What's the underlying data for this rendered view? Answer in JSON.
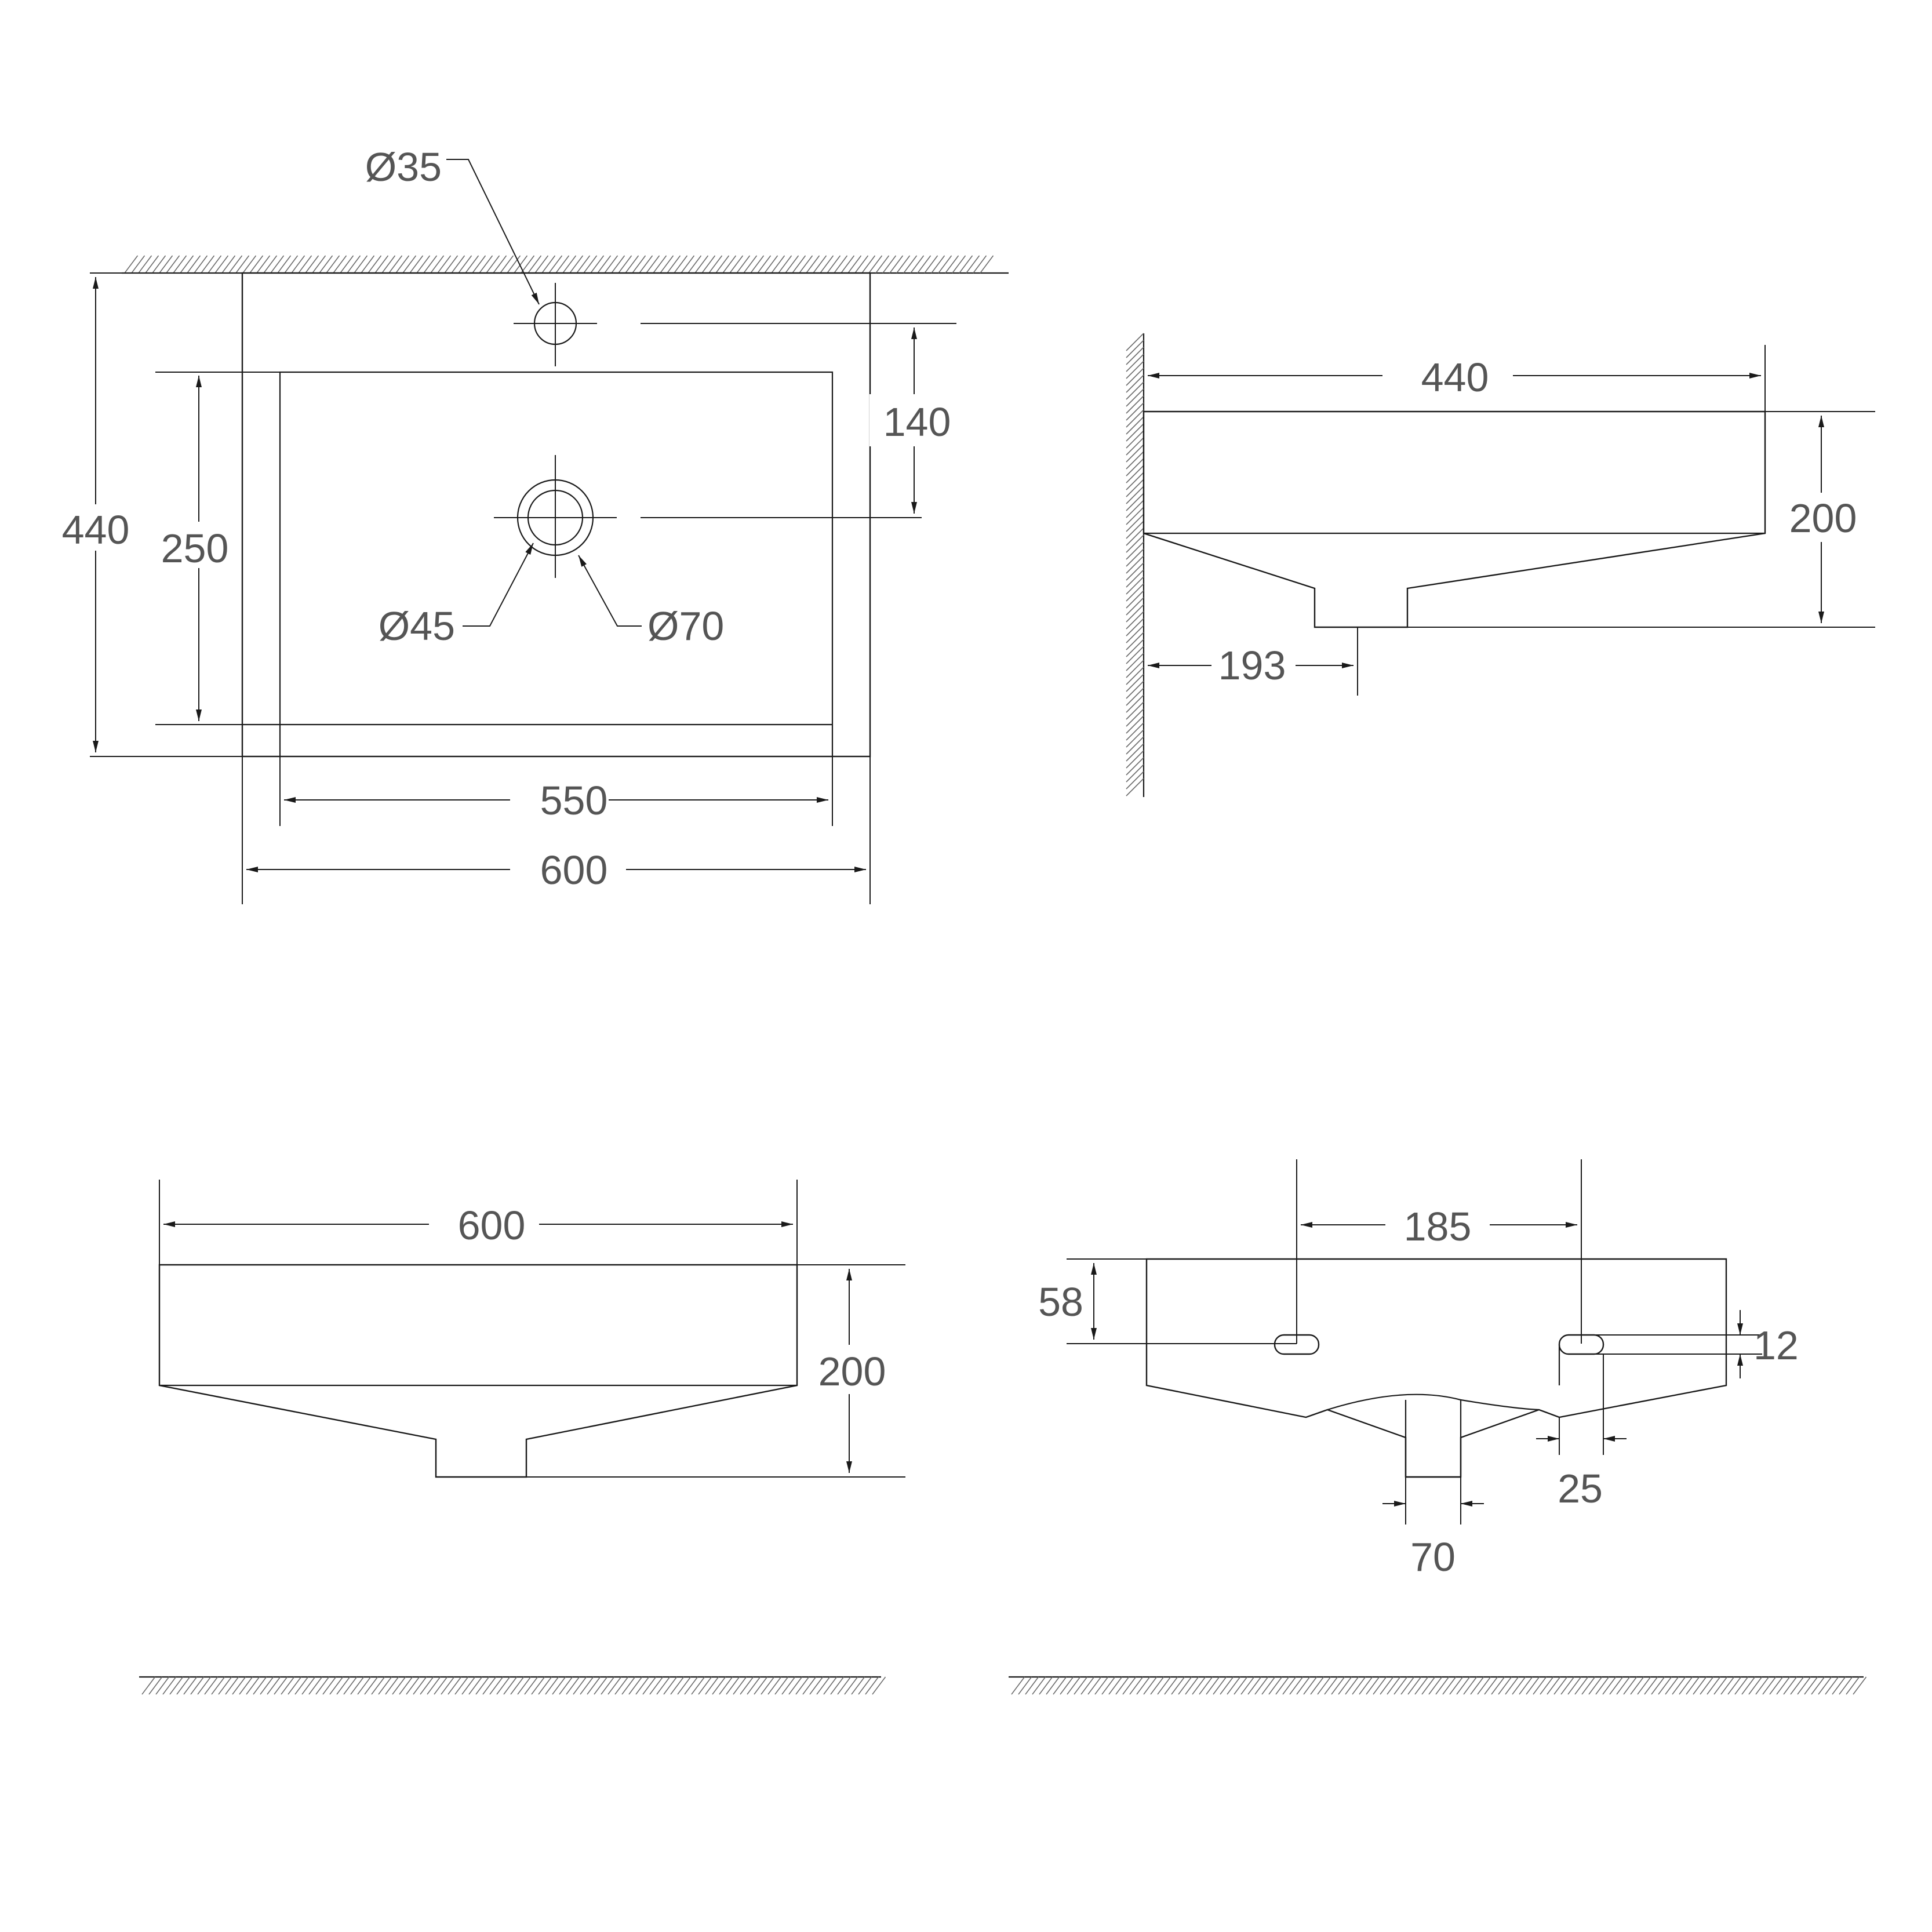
{
  "plan_view": {
    "total_depth": "440",
    "bowl_depth": "250",
    "tap_hole_offset": "140",
    "tap_hole_diameter": "Ø35",
    "drain_hole_inner": "Ø45",
    "drain_hole_outer": "Ø70",
    "bowl_width": "550",
    "total_width": "600"
  },
  "side_view": {
    "depth": "440",
    "height": "200",
    "drain_offset": "193"
  },
  "front_view": {
    "width": "600",
    "height": "200"
  },
  "rear_view": {
    "bracket_spacing": "185",
    "bracket_height_from_top": "58",
    "slot_height": "12",
    "slot_width": "25",
    "drain_width": "70"
  }
}
